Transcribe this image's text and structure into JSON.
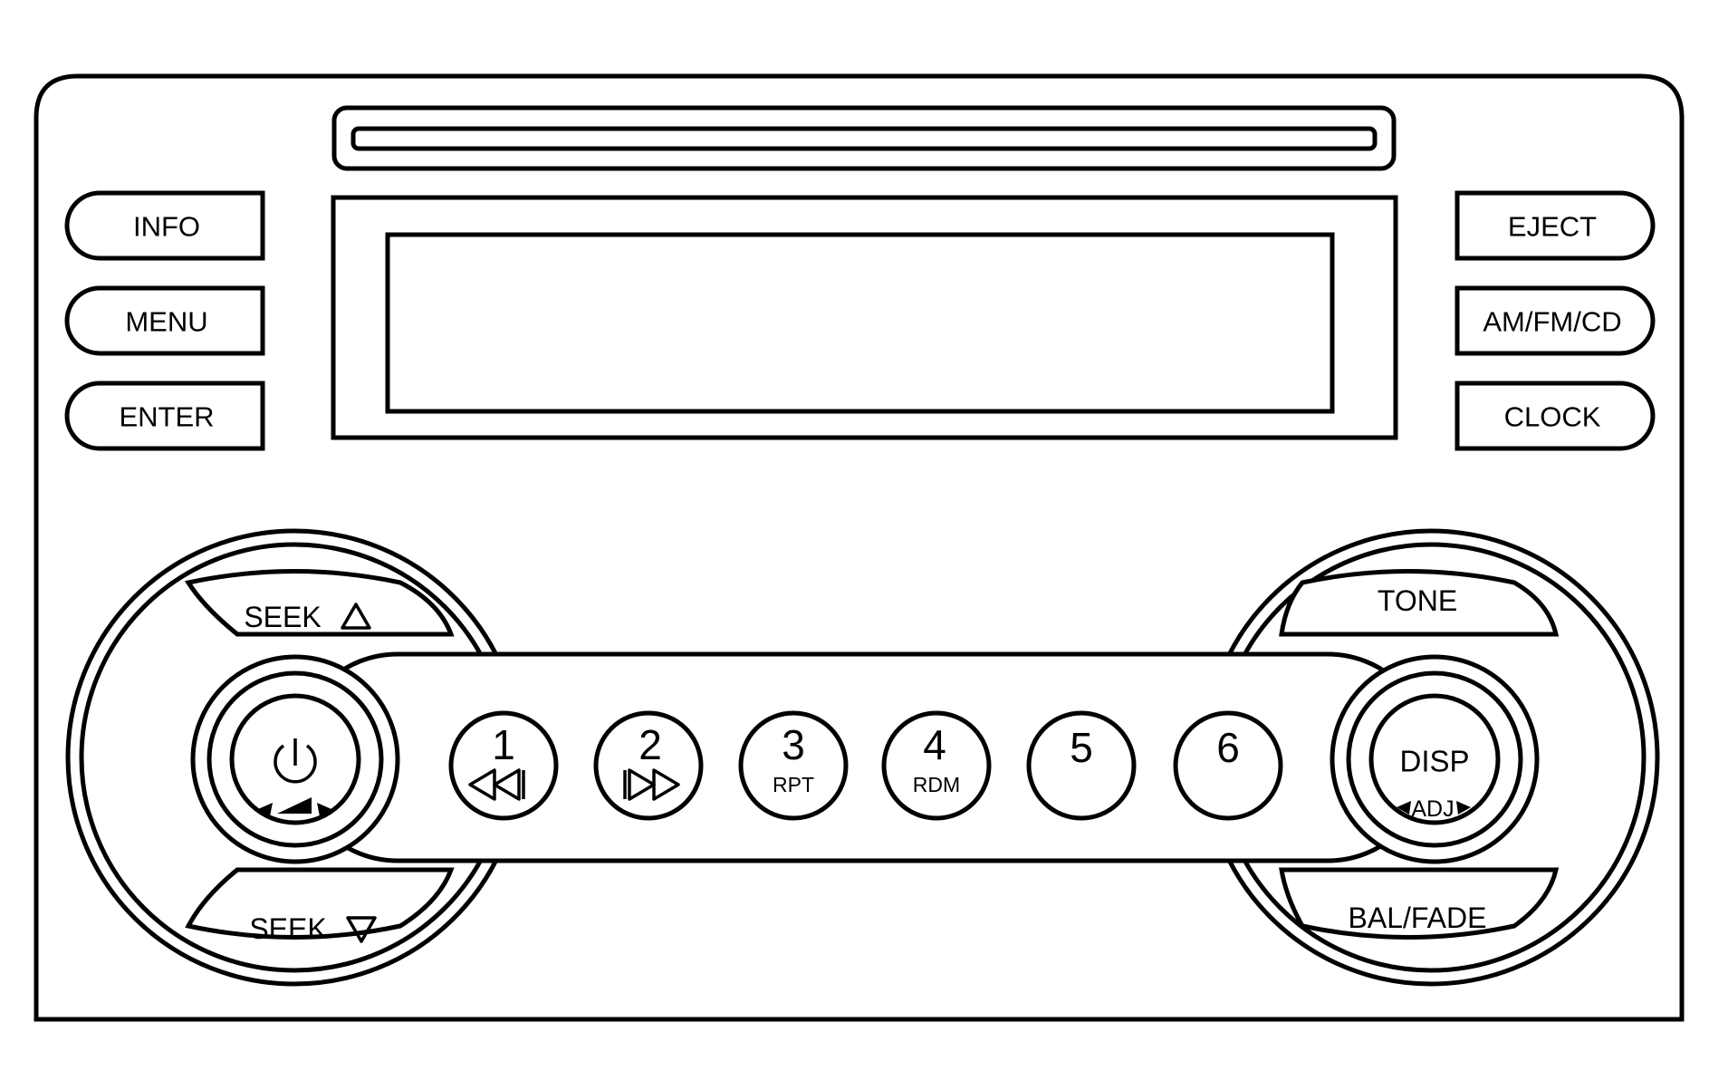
{
  "faceplate": {
    "left_buttons": [
      {
        "id": "info",
        "label": "INFO"
      },
      {
        "id": "menu",
        "label": "MENU"
      },
      {
        "id": "enter",
        "label": "ENTER"
      }
    ],
    "right_buttons": [
      {
        "id": "eject",
        "label": "EJECT"
      },
      {
        "id": "source",
        "label": "AM/FM/CD"
      },
      {
        "id": "clock",
        "label": "CLOCK"
      }
    ],
    "left_knob": {
      "seek_up_label": "SEEK",
      "seek_down_label": "SEEK",
      "power_icon": "power-icon",
      "volume_icon": "volume-wedge-icon"
    },
    "right_knob": {
      "top_label": "TONE",
      "bottom_label": "BAL/FADE",
      "center_label": "DISP",
      "center_sub_label": "ADJ"
    },
    "presets": [
      {
        "number": "1",
        "sub": "",
        "icon": "rewind-icon"
      },
      {
        "number": "2",
        "sub": "",
        "icon": "fast-forward-icon"
      },
      {
        "number": "3",
        "sub": "RPT",
        "icon": ""
      },
      {
        "number": "4",
        "sub": "RDM",
        "icon": ""
      },
      {
        "number": "5",
        "sub": "",
        "icon": ""
      },
      {
        "number": "6",
        "sub": "",
        "icon": ""
      }
    ]
  }
}
